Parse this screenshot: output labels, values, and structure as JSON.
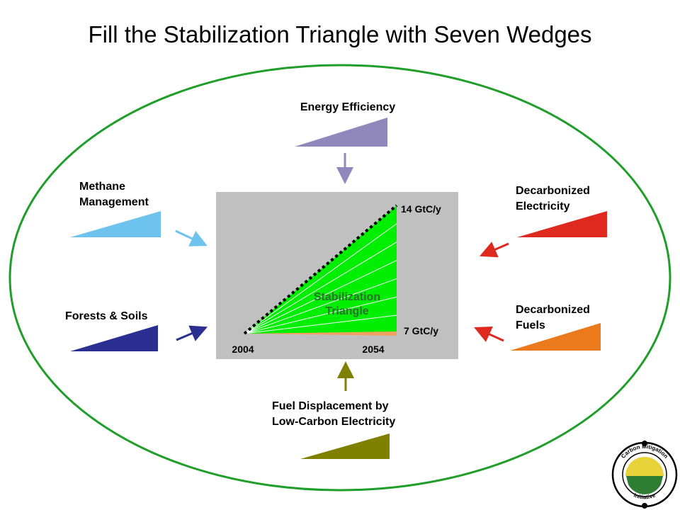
{
  "title": "Fill the Stabilization Triangle with Seven Wedges",
  "wedges": {
    "energy_efficiency": {
      "label": "Energy Efficiency",
      "color": "#9088bc"
    },
    "methane_management": {
      "label_line1": "Methane",
      "label_line2": "Management",
      "color": "#6ec2ee"
    },
    "forests_soils": {
      "label": "Forests & Soils",
      "color": "#2b2f92"
    },
    "decarbonized_electricity": {
      "label_line1": "Decarbonized",
      "label_line2": "Electricity",
      "color": "#e0291e"
    },
    "decarbonized_fuels": {
      "label_line1": "Decarbonized",
      "label_line2": "Fuels",
      "color": "#ea7a1c"
    },
    "fuel_displacement": {
      "label_line1": "Fuel Displacement by",
      "label_line2": "Low-Carbon Electricity",
      "color": "#7f7f00"
    }
  },
  "triangle": {
    "label_line1": "Stabilization",
    "label_line2": "Triangle",
    "top_value": "14 GtC/y",
    "bottom_value": "7 GtC/y",
    "start_year": "2004",
    "end_year": "2054",
    "wedge_count": 7,
    "fill_color": "#00ee00",
    "base_color": "#f4a060"
  },
  "logo": {
    "text_top": "Carbon Mitigation",
    "text_bottom": "Initiative"
  },
  "colors": {
    "ellipse": "#1f9e2a",
    "panel": "#c0c0c0"
  }
}
